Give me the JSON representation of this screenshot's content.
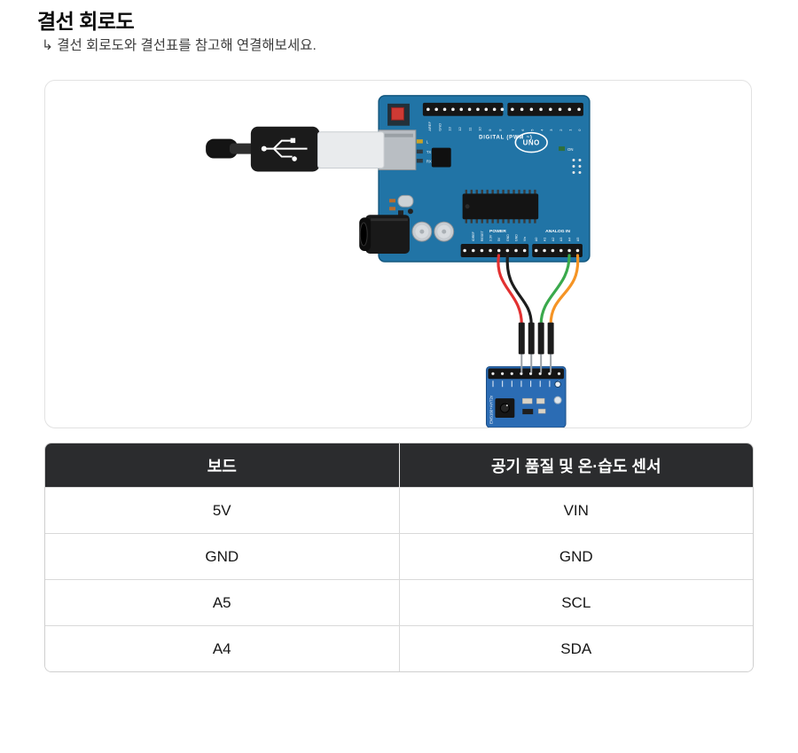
{
  "page": {
    "title": "결선 회로도",
    "subtitle": "↳ 결선 회로도와 결선표를 참고해 연결해보세요."
  },
  "diagram": {
    "board": {
      "digital_label": "DIGITAL (PWM ~)",
      "logo": "UNO",
      "power_label": "POWER",
      "analog_label": "ANALOG IN",
      "on_label": "ON",
      "led_labels": [
        "L",
        "TX",
        "RX"
      ],
      "digital_pins_left": [
        "AREF",
        "GND",
        "13",
        "12",
        "11",
        "10",
        "9",
        "8"
      ],
      "digital_pins_right": [
        "7",
        "6",
        "5",
        "4",
        "3",
        "2",
        "1",
        "0"
      ],
      "power_pins": [
        "IOREF",
        "RESET",
        "3.3V",
        "5V",
        "GND",
        "GND",
        "Vin"
      ],
      "analog_pins": [
        "A0",
        "A1",
        "A2",
        "A3",
        "A4",
        "A5"
      ]
    },
    "sensor": {
      "label": "ENS160+AHT2x"
    },
    "wire_colors": [
      "#e23131",
      "#1d1d1d",
      "#3aa94c",
      "#f59425"
    ],
    "board_color": "#2174a6",
    "sensor_color": "#2b6cb4"
  },
  "table": {
    "headers": [
      "보드",
      "공기 품질 및 온·습도 센서"
    ],
    "rows": [
      [
        "5V",
        "VIN"
      ],
      [
        "GND",
        "GND"
      ],
      [
        "A5",
        "SCL"
      ],
      [
        "A4",
        "SDA"
      ]
    ]
  }
}
